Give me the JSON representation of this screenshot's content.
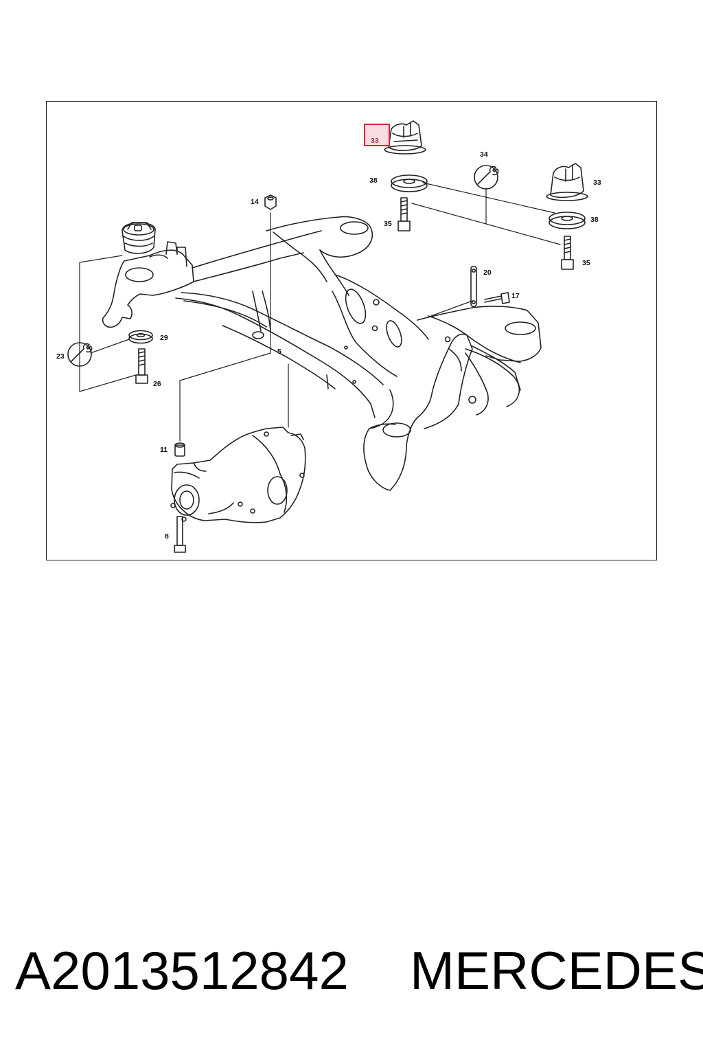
{
  "diagram": {
    "callouts": {
      "c33_highlight": "33",
      "c33_right": "33",
      "c34": "34",
      "c38_left": "38",
      "c38_right": "38",
      "c35_left": "35",
      "c35_right": "35",
      "c14": "14",
      "c20": "20",
      "c17": "17",
      "c23": "23",
      "c29": "29",
      "c26": "26",
      "c5": "5",
      "c11": "11",
      "c8": "8"
    },
    "highlight_color": "#d4263a",
    "highlight_fill": "#f7dde1"
  },
  "caption": {
    "part_number": "A2013512842",
    "brand": "MERCEDES"
  }
}
